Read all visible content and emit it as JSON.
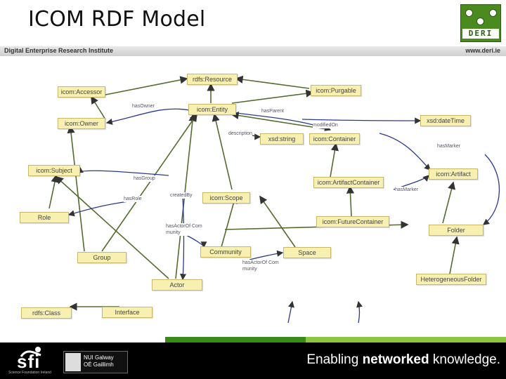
{
  "header": {
    "title": "ICOM RDF Model",
    "institute": "Digital Enterprise Research Institute",
    "url": "www.deri.ie",
    "logo_text": "DERI"
  },
  "diagram": {
    "nodes": {
      "resource": "rdfs:Resource",
      "accessor": "icom:Accessor",
      "purgable": "icom:Purgable",
      "owner": "icom:Owner",
      "entity": "icom:Entity",
      "datetime": "xsd:dateTime",
      "container": "icom:Container",
      "string": "xsd:string",
      "subject": "icom:Subject",
      "artifact": "icom:Artifact",
      "artifactcontainer": "icom:ArtifactContainer",
      "scope": "icom:Scope",
      "role": "Role",
      "futurecontainer": "icom:FutureContainer",
      "folder": "Folder",
      "group": "Group",
      "community": "Community",
      "space": "Space",
      "heterogeneousfolder": "HeterogeneousFolder",
      "actor": "Actor",
      "rdfsclass": "rdfs:Class",
      "interface": "Interface"
    },
    "edges": {
      "hasOwner": "hasOwner",
      "hasParent": "hasParent",
      "modifiedOn": "modifiedOn",
      "description": "description",
      "hasMarker1": "hasMarker",
      "hasGroup": "hasGroup",
      "hasRole": "hasRole",
      "createdBy": "createdBy",
      "hasMarker2": "hasMarker",
      "hasActor1": "hasActorOf Com munity",
      "hasActor2": "hasActorOf Com munity"
    }
  },
  "footer": {
    "sfi_text": "sfi",
    "sfi_small": "Science Foundation Ireland",
    "nui_line1": "NUI Galway",
    "nui_line2": "OÉ Gaillimh",
    "tagline_pre": "Enabling ",
    "tagline_bold": "networked",
    "tagline_post": " knowledge."
  },
  "colors": {
    "node_fill": "#f8f0b0",
    "arrow_dark": "#556b2f",
    "arrow_blue": "#2a3a8a",
    "bar_green": "#3a8a1a",
    "bar_lightgreen": "#8cc63f",
    "footer_bg": "#000000"
  }
}
